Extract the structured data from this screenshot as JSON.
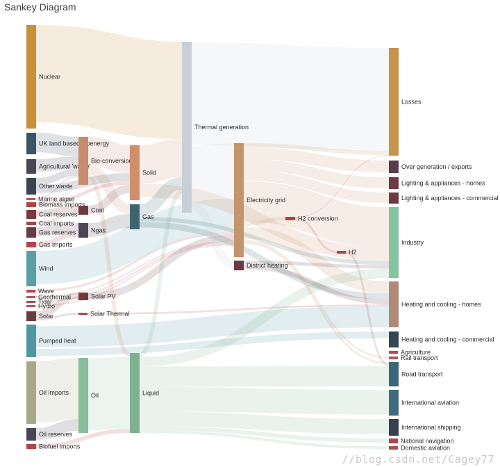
{
  "title": "Sankey Diagram",
  "watermark": "//blog.csdn.net/Cagey77",
  "nodes": [
    {
      "id": "nuclear",
      "label": "Nuclear",
      "color": "#c99036"
    },
    {
      "id": "uk_land",
      "label": "UK land based bioenergy",
      "color": "#3b5566"
    },
    {
      "id": "agri",
      "label": "Agricultural 'waste'",
      "color": "#4a4658"
    },
    {
      "id": "other_waste",
      "label": "Other waste",
      "color": "#3a4455"
    },
    {
      "id": "marine_algae",
      "label": "Marine algae",
      "color": "#b8555a"
    },
    {
      "id": "biomass_imports",
      "label": "Biomass imports",
      "color": "#b04448"
    },
    {
      "id": "coal_reserves",
      "label": "Coal reserves",
      "color": "#7a3b40"
    },
    {
      "id": "coal_imports",
      "label": "Coal imports",
      "color": "#a3454c"
    },
    {
      "id": "gas_reserves",
      "label": "Gas reserves",
      "color": "#6a3c48"
    },
    {
      "id": "gas_imports",
      "label": "Gas imports",
      "color": "#b04448"
    },
    {
      "id": "wind",
      "label": "Wind",
      "color": "#5a9fa5"
    },
    {
      "id": "wave",
      "label": "Wave",
      "color": "#b24a4e"
    },
    {
      "id": "geothermal",
      "label": "Geothermal",
      "color": "#b6555a"
    },
    {
      "id": "tidal",
      "label": "Tidal",
      "color": "#b24a4e"
    },
    {
      "id": "hydro",
      "label": "Hydro",
      "color": "#b6555a"
    },
    {
      "id": "solar",
      "label": "Solar",
      "color": "#6d3944"
    },
    {
      "id": "pumped_heat",
      "label": "Pumped heat",
      "color": "#4f97a1"
    },
    {
      "id": "oil_imports",
      "label": "Oil imports",
      "color": "#a7a88a"
    },
    {
      "id": "oil_reserves",
      "label": "Oil reserves",
      "color": "#4a4455"
    },
    {
      "id": "biofuel_imports",
      "label": "Biofuel imports",
      "color": "#b04448"
    },
    {
      "id": "bio_conversion",
      "label": "Bio-conversion",
      "color": "#c88b6c"
    },
    {
      "id": "coal",
      "label": "Coal",
      "color": "#6f3942"
    },
    {
      "id": "ngas",
      "label": "Ngas",
      "color": "#4a4557"
    },
    {
      "id": "solar_pv",
      "label": "Solar PV",
      "color": "#6f3942"
    },
    {
      "id": "solar_thermal",
      "label": "Solar Thermal",
      "color": "#b04448"
    },
    {
      "id": "oil",
      "label": "Oil",
      "color": "#86bd9a"
    },
    {
      "id": "solid",
      "label": "Solid",
      "color": "#d18e6b"
    },
    {
      "id": "gas",
      "label": "Gas",
      "color": "#3e6470"
    },
    {
      "id": "liquid",
      "label": "Liquid",
      "color": "#7fb08f"
    },
    {
      "id": "thermal_gen",
      "label": "Thermal generation",
      "color": "#c8d0d6"
    },
    {
      "id": "elec_grid",
      "label": "Electricity grid",
      "color": "#c4946a"
    },
    {
      "id": "district_heating",
      "label": "District heating",
      "color": "#6d3944"
    },
    {
      "id": "h2_conversion",
      "label": "H2 conversion",
      "color": "#b04448"
    },
    {
      "id": "h2",
      "label": "H2",
      "color": "#b04448"
    },
    {
      "id": "losses",
      "label": "Losses",
      "color": "#c8934a"
    },
    {
      "id": "over_gen",
      "label": "Over generation / exports",
      "color": "#5a3d48"
    },
    {
      "id": "lighting_homes",
      "label": "Lighting & appliances - homes",
      "color": "#6d3944"
    },
    {
      "id": "lighting_comm",
      "label": "Lighting & appliances - commercial",
      "color": "#6d3944"
    },
    {
      "id": "industry",
      "label": "Industry",
      "color": "#86c4a0"
    },
    {
      "id": "heating_homes",
      "label": "Heating and cooling - homes",
      "color": "#b08a78"
    },
    {
      "id": "heating_comm",
      "label": "Heating and cooling - commercial",
      "color": "#364654"
    },
    {
      "id": "agriculture",
      "label": "Agriculture",
      "color": "#b24a4e"
    },
    {
      "id": "rail_transport",
      "label": "Rail transport",
      "color": "#b6555a"
    },
    {
      "id": "road_transport",
      "label": "Road transport",
      "color": "#3b6776"
    },
    {
      "id": "intl_aviation",
      "label": "International aviation",
      "color": "#3e6c7e"
    },
    {
      "id": "intl_shipping",
      "label": "International shipping",
      "color": "#36414f"
    },
    {
      "id": "national_nav",
      "label": "National navigation",
      "color": "#b04448"
    },
    {
      "id": "domestic_aviation",
      "label": "Domestic aviation",
      "color": "#b24a4e"
    }
  ],
  "links": [
    {
      "source": "nuclear",
      "target": "thermal_gen"
    },
    {
      "source": "uk_land",
      "target": "bio_conversion"
    },
    {
      "source": "agri",
      "target": "bio_conversion"
    },
    {
      "source": "other_waste",
      "target": "bio_conversion"
    },
    {
      "source": "other_waste",
      "target": "solid"
    },
    {
      "source": "marine_algae",
      "target": "bio_conversion"
    },
    {
      "source": "biomass_imports",
      "target": "solid"
    },
    {
      "source": "coal_reserves",
      "target": "coal"
    },
    {
      "source": "coal_imports",
      "target": "coal"
    },
    {
      "source": "gas_reserves",
      "target": "ngas"
    },
    {
      "source": "gas_imports",
      "target": "ngas"
    },
    {
      "source": "wind",
      "target": "elec_grid"
    },
    {
      "source": "wave",
      "target": "elec_grid"
    },
    {
      "source": "geothermal",
      "target": "elec_grid"
    },
    {
      "source": "tidal",
      "target": "elec_grid"
    },
    {
      "source": "hydro",
      "target": "elec_grid"
    },
    {
      "source": "solar",
      "target": "solar_pv"
    },
    {
      "source": "solar",
      "target": "solar_thermal"
    },
    {
      "source": "pumped_heat",
      "target": "heating_homes"
    },
    {
      "source": "pumped_heat",
      "target": "heating_comm"
    },
    {
      "source": "oil_imports",
      "target": "oil"
    },
    {
      "source": "oil_reserves",
      "target": "oil"
    },
    {
      "source": "biofuel_imports",
      "target": "liquid"
    },
    {
      "source": "bio_conversion",
      "target": "solid"
    },
    {
      "source": "bio_conversion",
      "target": "gas"
    },
    {
      "source": "bio_conversion",
      "target": "liquid"
    },
    {
      "source": "coal",
      "target": "solid"
    },
    {
      "source": "ngas",
      "target": "gas"
    },
    {
      "source": "solar_pv",
      "target": "elec_grid"
    },
    {
      "source": "solar_thermal",
      "target": "heating_homes"
    },
    {
      "source": "oil",
      "target": "liquid"
    },
    {
      "source": "solid",
      "target": "thermal_gen"
    },
    {
      "source": "solid",
      "target": "industry"
    },
    {
      "source": "gas",
      "target": "thermal_gen"
    },
    {
      "source": "gas",
      "target": "heating_homes"
    },
    {
      "source": "gas",
      "target": "industry"
    },
    {
      "source": "liquid",
      "target": "thermal_gen"
    },
    {
      "source": "liquid",
      "target": "industry"
    },
    {
      "source": "liquid",
      "target": "road_transport"
    },
    {
      "source": "liquid",
      "target": "intl_aviation"
    },
    {
      "source": "liquid",
      "target": "intl_shipping"
    },
    {
      "source": "liquid",
      "target": "national_nav"
    },
    {
      "source": "liquid",
      "target": "domestic_aviation"
    },
    {
      "source": "thermal_gen",
      "target": "elec_grid"
    },
    {
      "source": "thermal_gen",
      "target": "losses"
    },
    {
      "source": "thermal_gen",
      "target": "district_heating"
    },
    {
      "source": "elec_grid",
      "target": "over_gen"
    },
    {
      "source": "elec_grid",
      "target": "lighting_homes"
    },
    {
      "source": "elec_grid",
      "target": "lighting_comm"
    },
    {
      "source": "elec_grid",
      "target": "industry"
    },
    {
      "source": "elec_grid",
      "target": "heating_homes"
    },
    {
      "source": "elec_grid",
      "target": "h2_conversion"
    },
    {
      "source": "elec_grid",
      "target": "losses"
    },
    {
      "source": "elec_grid",
      "target": "rail_transport"
    },
    {
      "source": "elec_grid",
      "target": "road_transport"
    },
    {
      "source": "h2_conversion",
      "target": "h2"
    },
    {
      "source": "h2_conversion",
      "target": "losses"
    },
    {
      "source": "h2",
      "target": "road_transport"
    },
    {
      "source": "district_heating",
      "target": "heating_homes"
    },
    {
      "source": "district_heating",
      "target": "industry"
    }
  ]
}
